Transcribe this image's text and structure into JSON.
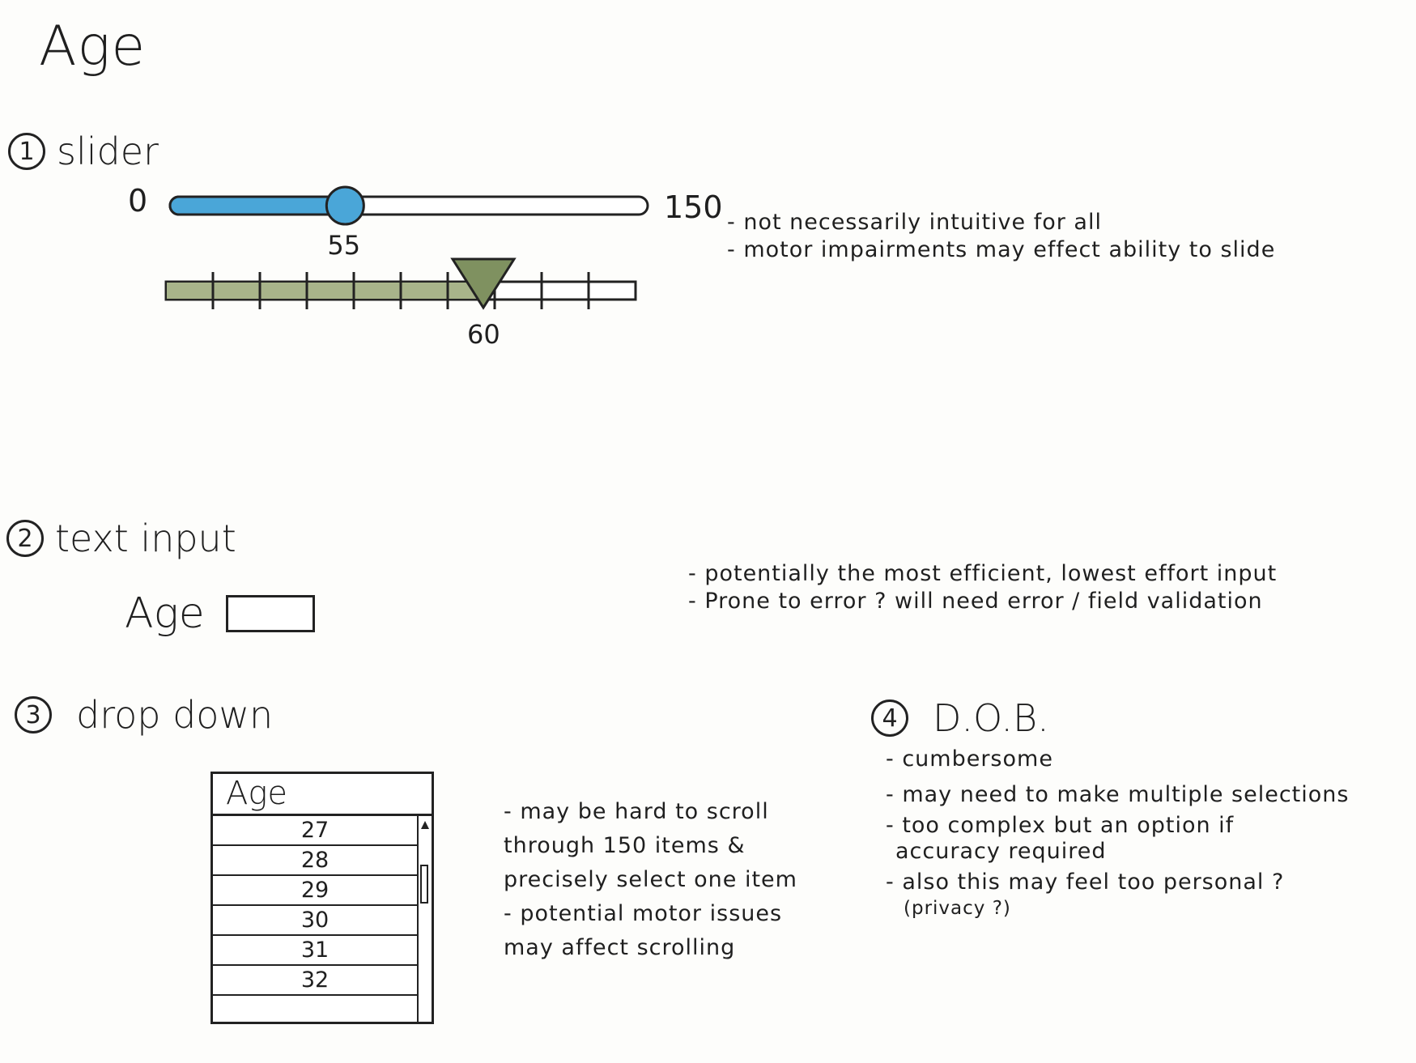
{
  "page_title": "Age",
  "sections": {
    "slider": {
      "number": "1",
      "label": "slider",
      "min_label": "0",
      "max_label": "150",
      "continuous": {
        "value": 55,
        "value_label": "55",
        "color": "#4aa6d8"
      },
      "stepped": {
        "value": 60,
        "value_label": "60",
        "color": "#a8b48a",
        "marker_color": "#7f9160",
        "ticks": 9
      },
      "notes": [
        "- not necessarily intuitive for all",
        "- motor impairments may effect ability to slide"
      ]
    },
    "text_input": {
      "number": "2",
      "label": "text input",
      "field_label": "Age",
      "field_value": "",
      "notes": [
        "- potentially the most efficient, lowest effort input",
        "- Prone to error ? will need error / field validation"
      ]
    },
    "dropdown": {
      "number": "3",
      "label": "drop down",
      "header": "Age",
      "options": [
        "27",
        "28",
        "29",
        "30",
        "31",
        "32",
        ""
      ],
      "notes": [
        "- may be hard to scroll",
        "through 150 items &",
        "precisely select one item",
        "- potential motor issues",
        "may affect scrolling"
      ]
    },
    "dob": {
      "number": "4",
      "label": "D.O.B.",
      "notes": [
        "- cumbersome",
        "- may need to make multiple selections",
        "- too complex but an option if",
        "accuracy required",
        "- also this may feel too personal ?",
        "(privacy ?)"
      ]
    }
  }
}
